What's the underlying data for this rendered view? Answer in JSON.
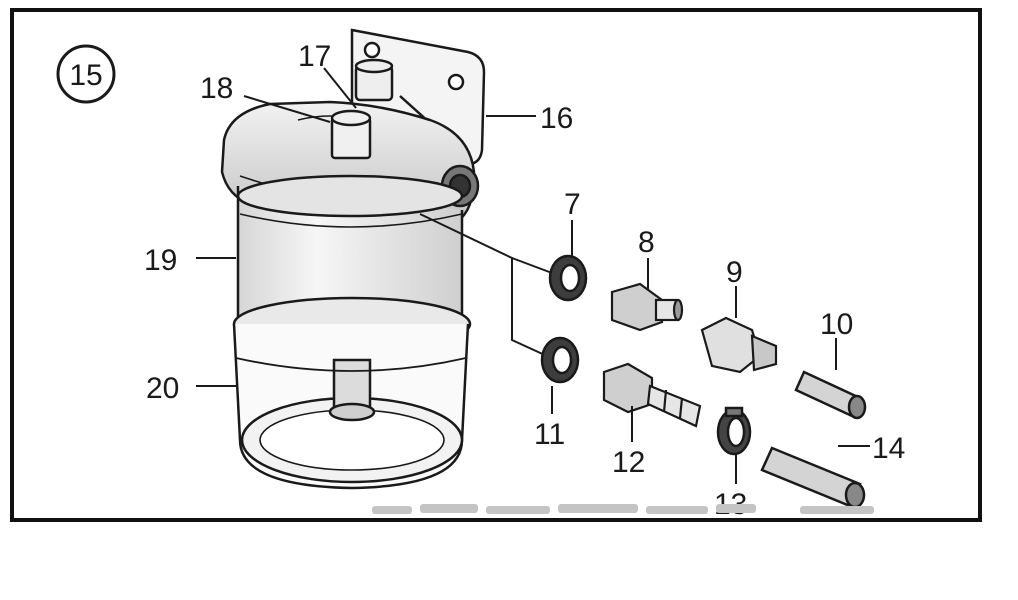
{
  "figure_number": "15",
  "part_labels": {
    "p7": "7",
    "p8": "8",
    "p9": "9",
    "p10": "10",
    "p11": "11",
    "p12": "12",
    "p13": "13",
    "p14": "14",
    "p16": "16",
    "p17": "17",
    "p18": "18",
    "p19": "19",
    "p20": "20"
  },
  "colors": {
    "line": "#1a1a1a",
    "shade": "#cfcfcf",
    "light": "#ececec",
    "watermark": "#b8b8b8"
  }
}
